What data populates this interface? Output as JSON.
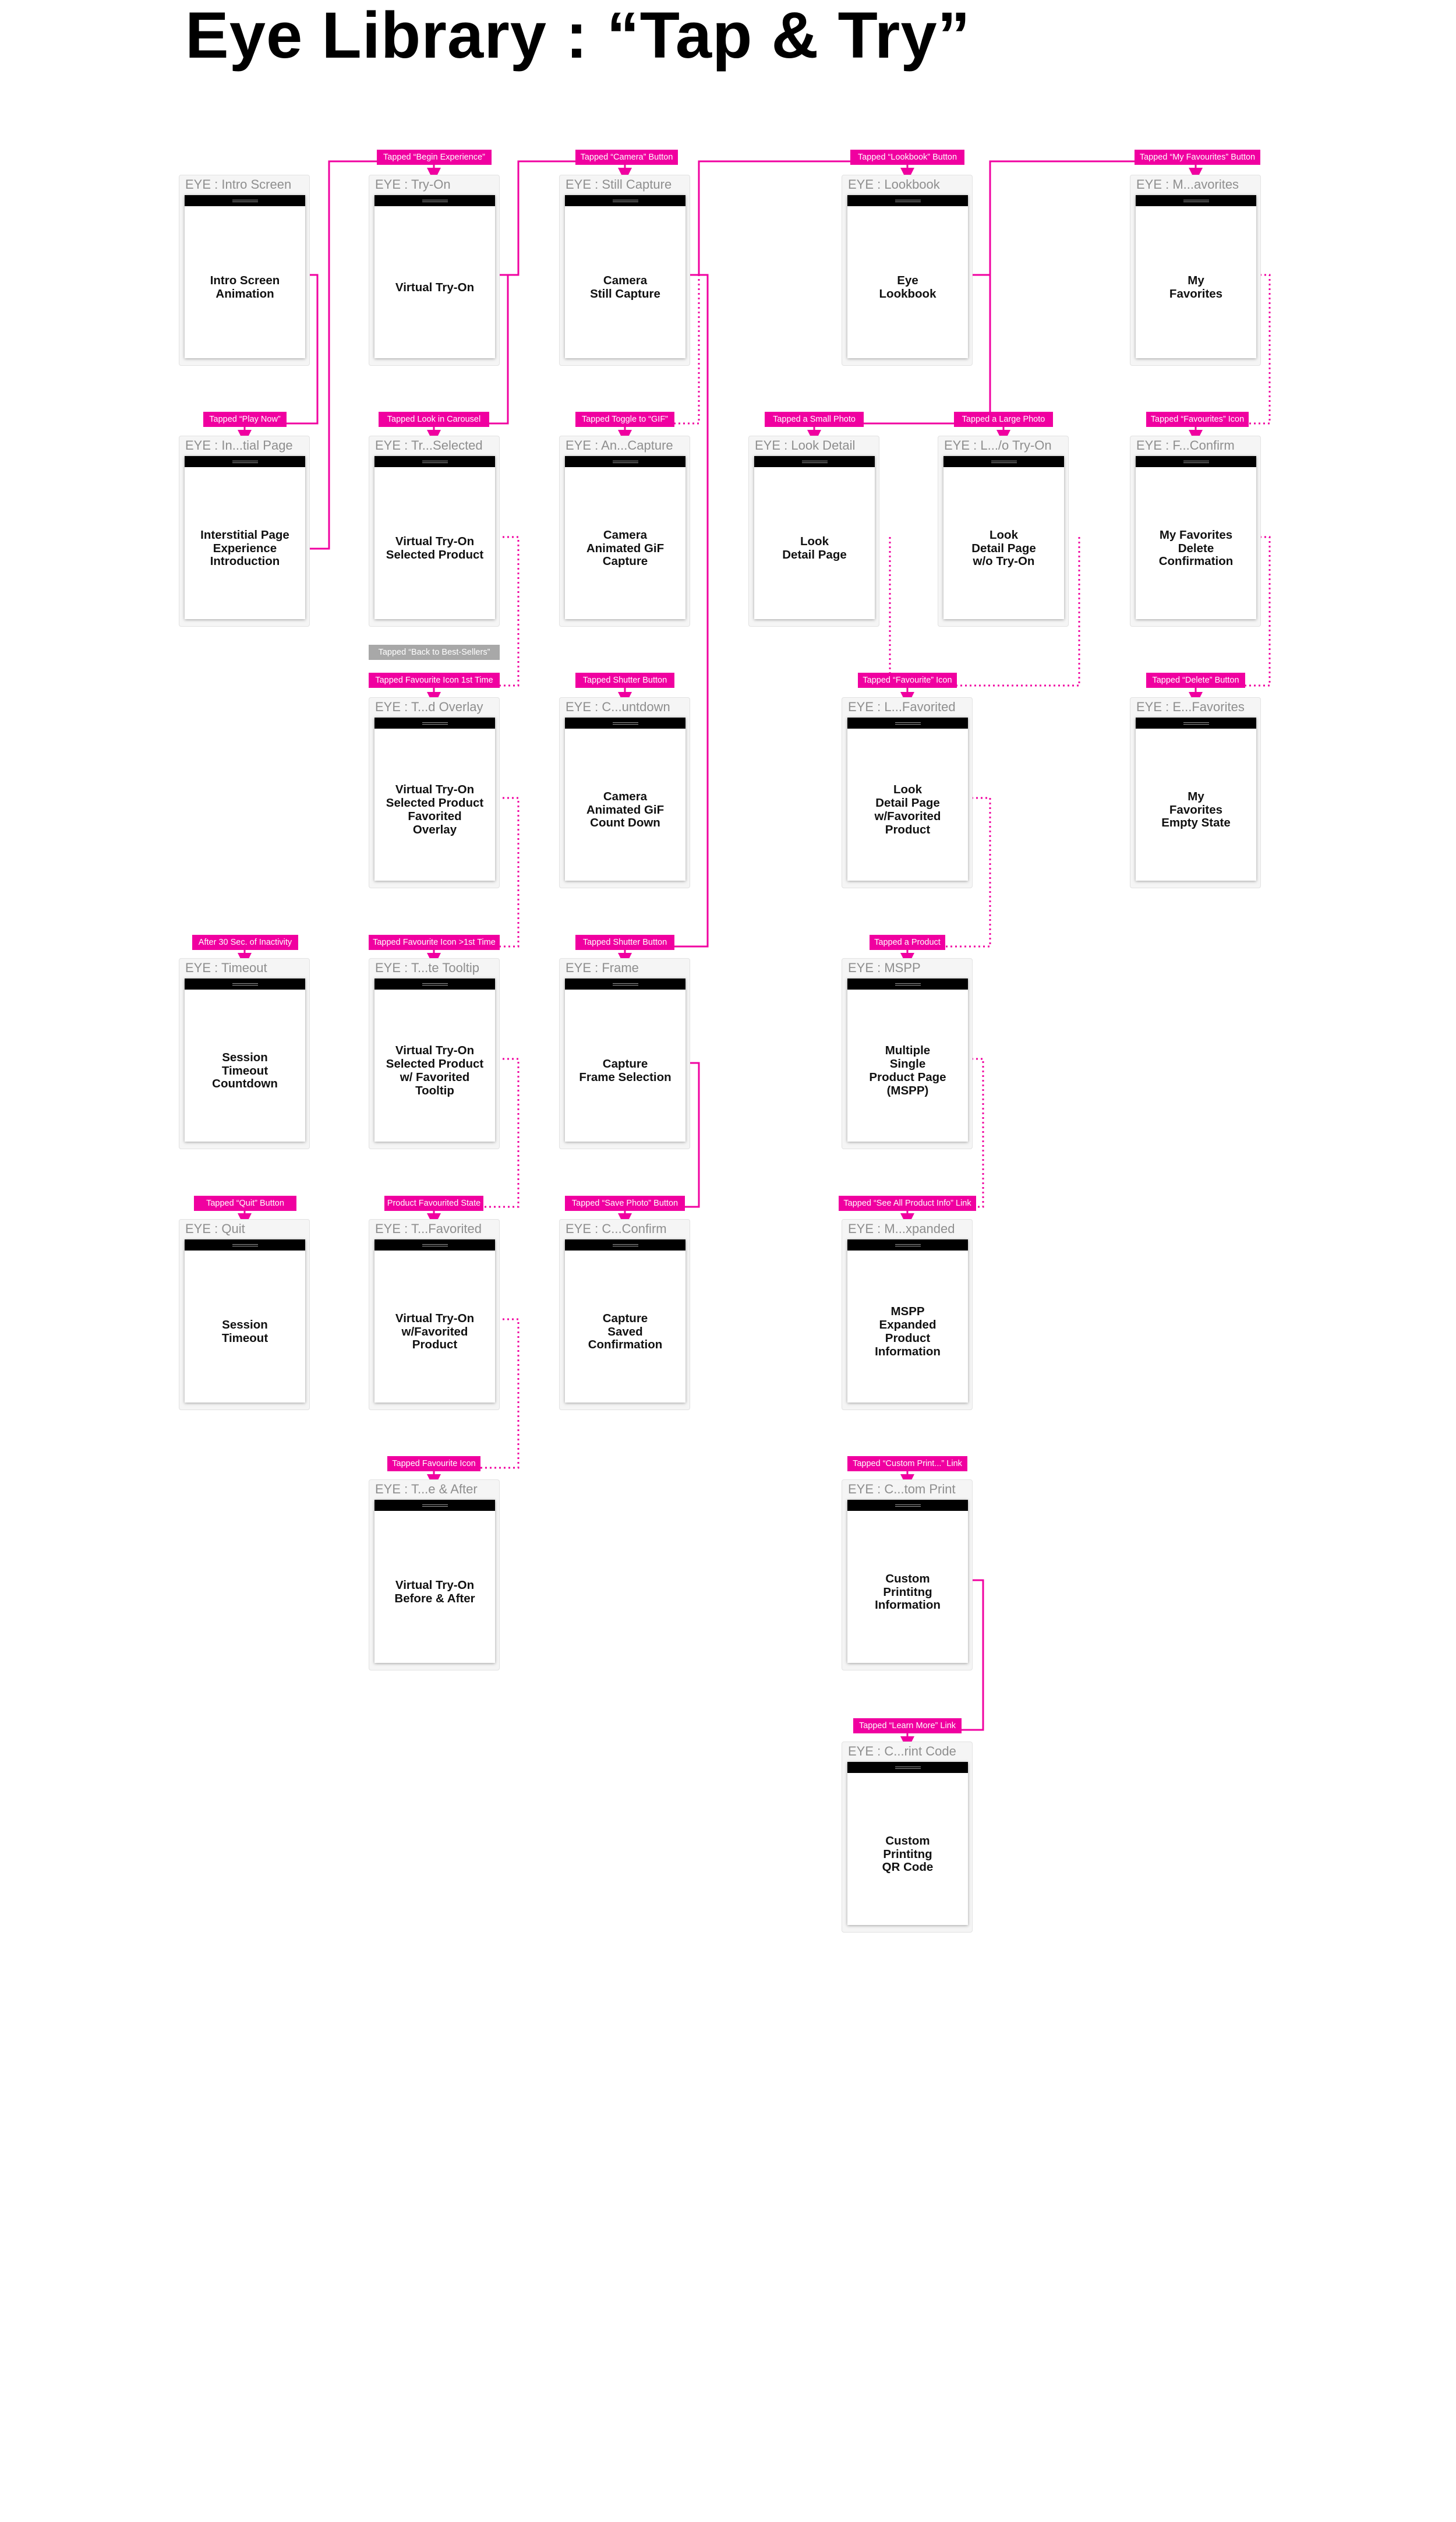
{
  "page": {
    "title": "Eye Library  :  “Tap & Try”"
  },
  "colors": {
    "accent": "#f000a0",
    "neutral_tag": "#a8a8a8",
    "card": "#f5f5f5"
  },
  "screens": [
    {
      "id": "intro",
      "title": "EYE  :  Intro Screen",
      "label": "Intro Screen\nAnimation"
    },
    {
      "id": "interstitial",
      "title": "EYE  :  In...tial Page",
      "label": "Interstitial Page\nExperience\nIntroduction"
    },
    {
      "id": "timeout",
      "title": "EYE  :  Timeout",
      "label": "Session\nTimeout\nCountdown"
    },
    {
      "id": "quit",
      "title": "EYE  :  Quit",
      "label": "Session\nTimeout"
    },
    {
      "id": "tryon",
      "title": "EYE  :  Try-On",
      "label": "Virtual Try-On"
    },
    {
      "id": "tryon-selected",
      "title": "EYE  :  Tr...Selected",
      "label": "Virtual Try-On\nSelected Product"
    },
    {
      "id": "tryon-overlay",
      "title": "EYE  :  T...d Overlay",
      "label": "Virtual Try-On\nSelected Product\nFavorited\nOverlay"
    },
    {
      "id": "tryon-tooltip",
      "title": "EYE  :  T...te Tooltip",
      "label": "Virtual Try-On\nSelected Product\nw/ Favorited\nTooltip"
    },
    {
      "id": "tryon-favorited",
      "title": "EYE  :  T...Favorited",
      "label": "Virtual Try-On\nw/Favorited\nProduct"
    },
    {
      "id": "tryon-before-after",
      "title": "EYE  :  T...e & After",
      "label": "Virtual Try-On\nBefore & After"
    },
    {
      "id": "still-capture",
      "title": "EYE  :  Still Capture",
      "label": "Camera\nStill Capture"
    },
    {
      "id": "gif-capture",
      "title": "EYE  :  An...Capture",
      "label": "Camera\nAnimated GiF\nCapture"
    },
    {
      "id": "countdown",
      "title": "EYE  :  C...untdown",
      "label": "Camera\nAnimated GiF\nCount Down"
    },
    {
      "id": "frame",
      "title": "EYE  :  Frame",
      "label": "Capture\nFrame Selection"
    },
    {
      "id": "capture-confirm",
      "title": "EYE  :  C...Confirm",
      "label": "Capture\nSaved\nConfirmation"
    },
    {
      "id": "lookbook",
      "title": "EYE  :  Lookbook",
      "label": "Eye\nLookbook"
    },
    {
      "id": "look-detail",
      "title": "EYE  :  Look Detail",
      "label": "Look\nDetail Page"
    },
    {
      "id": "look-no-tryon",
      "title": "EYE  :  L.../o Try-On",
      "label": "Look\nDetail Page\nw/o Try-On"
    },
    {
      "id": "look-favorited",
      "title": "EYE  :  L...Favorited",
      "label": "Look\nDetail Page\nw/Favorited\nProduct"
    },
    {
      "id": "mspp",
      "title": "EYE  :  MSPP",
      "label": "Multiple\nSingle\nProduct Page\n(MSPP)"
    },
    {
      "id": "mspp-expanded",
      "title": "EYE  :  M...xpanded",
      "label": "MSPP\nExpanded\nProduct\nInformation"
    },
    {
      "id": "custom-print",
      "title": "EYE  :  C...tom Print",
      "label": "Custom\nPrintitng\nInformation"
    },
    {
      "id": "print-code",
      "title": "EYE  :  C...rint Code",
      "label": "Custom\nPrintitng\nQR Code"
    },
    {
      "id": "favorites",
      "title": "EYE  :  M...avorites",
      "label": "My\nFavorites"
    },
    {
      "id": "fav-confirm",
      "title": "EYE  :  F...Confirm",
      "label": "My Favorites\nDelete\nConfirmation"
    },
    {
      "id": "fav-empty",
      "title": "EYE  :  E...Favorites",
      "label": "My\nFavorites\nEmpty State"
    }
  ],
  "tags": [
    {
      "text": "Tapped “Play Now”"
    },
    {
      "text": "After 30 Sec. of Inactivity"
    },
    {
      "text": "Tapped “Quit” Button"
    },
    {
      "text": "Tapped “Begin Experience”"
    },
    {
      "text": "Tapped Look in Carousel"
    },
    {
      "text": "Tapped “Back to Best-Sellers”"
    },
    {
      "text": "Tapped Favourite Icon 1st Time"
    },
    {
      "text": "Tapped Favourite Icon >1st Time"
    },
    {
      "text": "Product Favourited State"
    },
    {
      "text": "Tapped Favourite Icon"
    },
    {
      "text": "Tapped “Camera” Button"
    },
    {
      "text": "Tapped Toggle to “GIF”"
    },
    {
      "text": "Tapped Shutter Button"
    },
    {
      "text": "Tapped Shutter Button"
    },
    {
      "text": "Tapped “Save Photo” Button"
    },
    {
      "text": "Tapped “Lookbook” Button"
    },
    {
      "text": "Tapped a Small Photo"
    },
    {
      "text": "Tapped a Large Photo"
    },
    {
      "text": "Tapped “Favourite” Icon"
    },
    {
      "text": "Tapped a Product"
    },
    {
      "text": "Tapped “See All Product Info” Link"
    },
    {
      "text": "Tapped “Custom Print...” Link"
    },
    {
      "text": "Tapped “Learn More” Link"
    },
    {
      "text": "Tapped “My Favourites” Button"
    },
    {
      "text": "Tapped “Favourites” Icon"
    },
    {
      "text": "Tapped “Delete” Button"
    }
  ]
}
